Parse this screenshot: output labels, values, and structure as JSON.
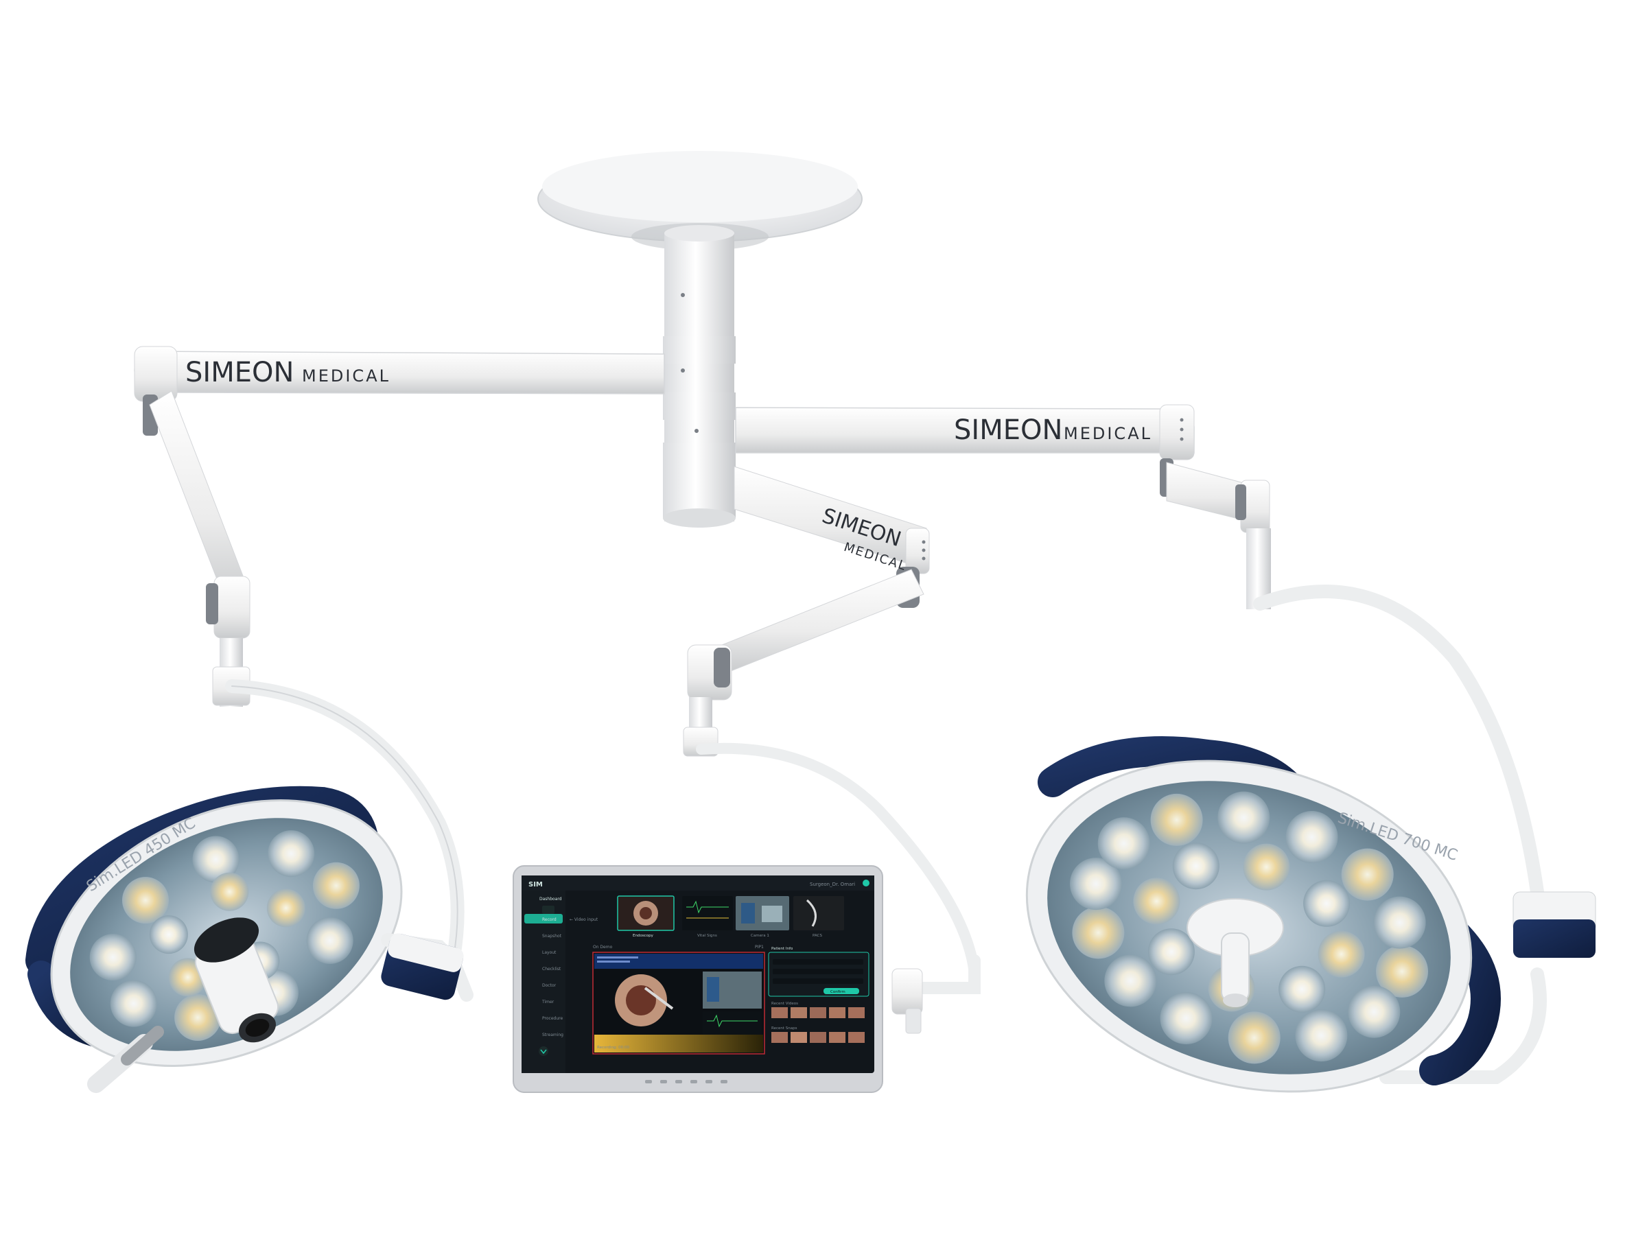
{
  "scene": {
    "arm_labels": [
      {
        "brand": "SIMEON",
        "suffix": "MEDICAL"
      },
      {
        "brand": "SIMEON",
        "suffix": "MEDICAL"
      },
      {
        "brand": "SIMEON",
        "suffix": "MEDICAL"
      }
    ],
    "lamp_left": {
      "label": "Sim.LED 450 MC"
    },
    "lamp_right": {
      "label": "Sim.LED 700 MC"
    }
  },
  "monitor": {
    "logo": "SIM",
    "user": "Surgeon_Dr. Omari",
    "sidebar": {
      "title": "Dashboard",
      "items": [
        "Record",
        "Snapshot",
        "Layout",
        "Checklist",
        "Doctor",
        "Timer",
        "Procedure",
        "Streaming"
      ]
    },
    "sources": {
      "heading": "← Video input",
      "items": [
        "Endoscopy",
        "Vital Signs",
        "Camera 1",
        "PACS"
      ]
    },
    "preview": {
      "heading": "On Demo",
      "badge": "PIP1"
    },
    "patient": {
      "heading": "Patient Info",
      "button": "Confirm"
    },
    "recent": {
      "heading": "Recent Videos",
      "heading2": "Recent Snaps"
    },
    "bottom_status": "Recording: 00:00",
    "colors": {
      "accent": "#1fc8a8",
      "frame": "#d3d5d9",
      "screen": "#11161b",
      "alert": "#c02b35"
    }
  }
}
